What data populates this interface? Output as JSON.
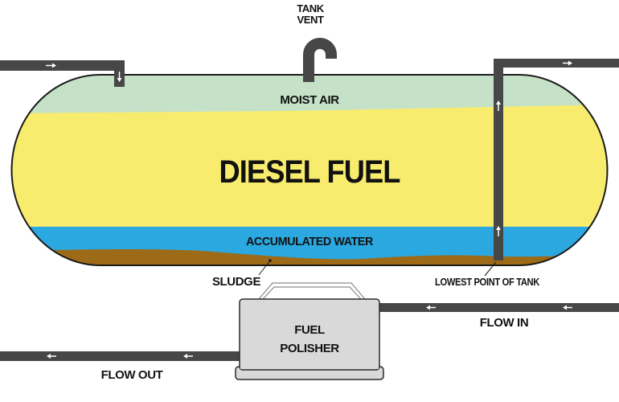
{
  "diagram": {
    "title": "Diesel fuel tank with fuel polisher",
    "labels": {
      "tank_vent_line1": "TANK",
      "tank_vent_line2": "VENT",
      "moist_air": "MOIST AIR",
      "diesel_fuel": "DIESEL FUEL",
      "accumulated_water": "ACCUMULATED WATER",
      "sludge": "SLUDGE",
      "lowest_point": "LOWEST POINT OF TANK",
      "polisher_line1": "FUEL",
      "polisher_line2": "POLISHER",
      "flow_in": "FLOW IN",
      "flow_out": "FLOW OUT"
    },
    "layers": [
      {
        "name": "Moist Air",
        "color": "#c5e2c8"
      },
      {
        "name": "Diesel Fuel",
        "color": "#f8ec6e"
      },
      {
        "name": "Accumulated Water",
        "color": "#2ba8e0"
      },
      {
        "name": "Sludge",
        "color": "#9d6b17"
      }
    ],
    "colors": {
      "pipe": "#474747",
      "polisher": "#d9d9d9",
      "outline": "#1a1a1a",
      "arrow": "#ffffff"
    },
    "icons": {
      "inlet_arrow": "arrow-right-icon",
      "inlet_drop_arrow": "arrow-down-icon",
      "suction_arrow": "arrow-up-icon",
      "return_arrow": "arrow-left-icon"
    }
  }
}
